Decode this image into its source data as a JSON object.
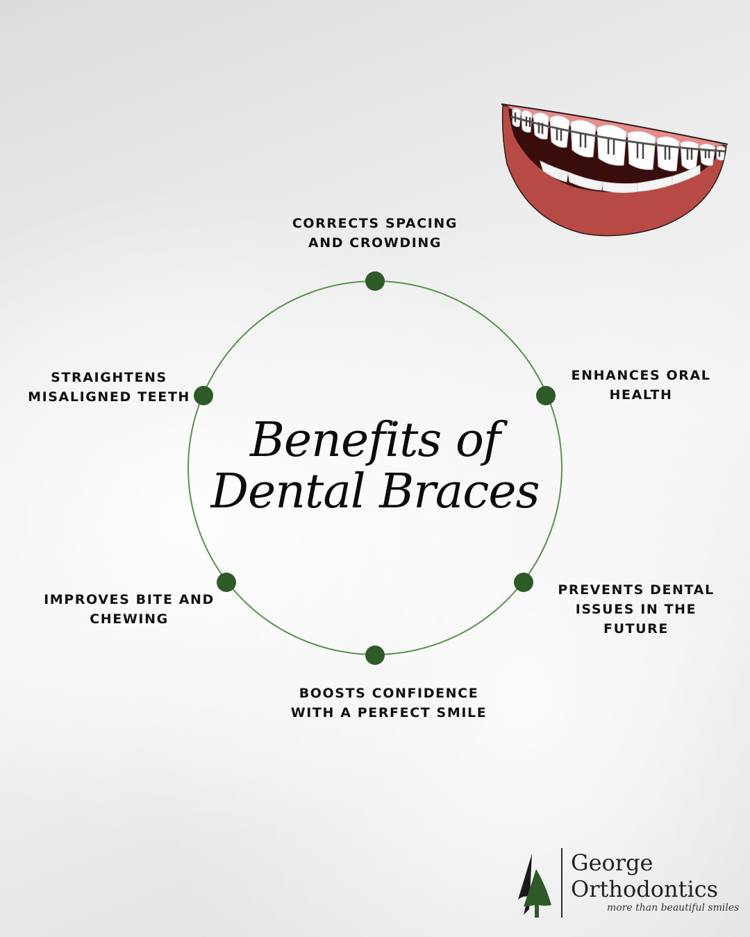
{
  "title": {
    "line1": "Benefits of",
    "line2": "Dental Braces"
  },
  "benefits": [
    {
      "label": "CORRECTS SPACING\nAND CROWDING",
      "icon": "node-dot"
    },
    {
      "label": "ENHANCES ORAL\nHEALTH",
      "icon": "node-dot"
    },
    {
      "label": "PREVENTS DENTAL\nISSUES IN THE\nFUTURE",
      "icon": "node-dot"
    },
    {
      "label": "BOOSTS CONFIDENCE\nWITH A PERFECT SMILE",
      "icon": "node-dot"
    },
    {
      "label": "IMPROVES BITE AND\nCHEWING",
      "icon": "node-dot"
    },
    {
      "label": "STRAIGHTENS\nMISALIGNED TEETH",
      "icon": "node-dot"
    }
  ],
  "illustration": {
    "icon": "smile-with-braces-illustration"
  },
  "brand": {
    "name_line1": "George",
    "name_line2": "Orthodontics",
    "tagline": "more than beautiful smiles",
    "icon": "pine-tree-logo-icon"
  },
  "colors": {
    "accent_green": "#2d5a27",
    "ring_green": "#5a8f4e",
    "lip_red": "#b84a45",
    "text": "#111111"
  }
}
